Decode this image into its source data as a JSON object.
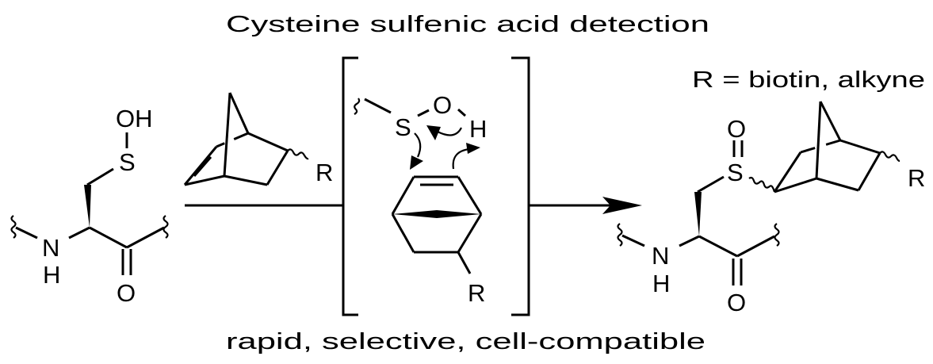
{
  "title": "Cysteine sulfenic acid detection",
  "caption": "rapid, selective, cell-compatible",
  "r_definition": "R = biotin, alkyne",
  "reactant": {
    "oh": "OH",
    "s": "S",
    "n": "N",
    "h": "H",
    "o": "O"
  },
  "reagent": {
    "r": "R"
  },
  "intermediate": {
    "s": "S",
    "o": "O",
    "h": "H",
    "r": "R"
  },
  "product": {
    "o_sulfoxide": "O",
    "s": "S",
    "n": "N",
    "h": "H",
    "o": "O",
    "r": "R"
  }
}
